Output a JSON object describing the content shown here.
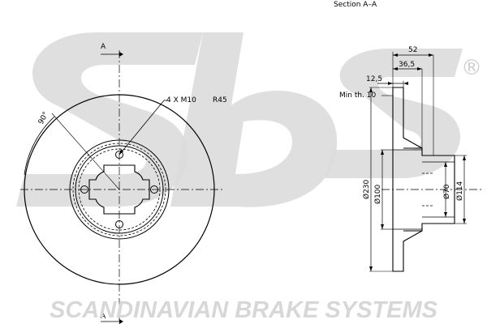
{
  "section_title": "Section A–A",
  "section_marker_top": "A",
  "section_marker_bottom": "A",
  "angle_label": "90°",
  "bolt_callout": "4 X M10",
  "radius_callout": "R45",
  "min_thickness_label": "Min th. 10",
  "dimensions": {
    "overall_height": "52",
    "hat_height": "36,5",
    "disc_thickness": "12,5",
    "outer_diameter": "Ø230",
    "inner_diameter": "Ø100",
    "bore_diameter": "Ø70",
    "hat_diameter": "Ø114"
  },
  "brand_text": "SCANDINAVIAN BRAKE SYSTEMS",
  "logo_text": "sbs",
  "registered_mark": "®",
  "colors": {
    "line": "#000000",
    "watermark": "#dcdcdc"
  }
}
